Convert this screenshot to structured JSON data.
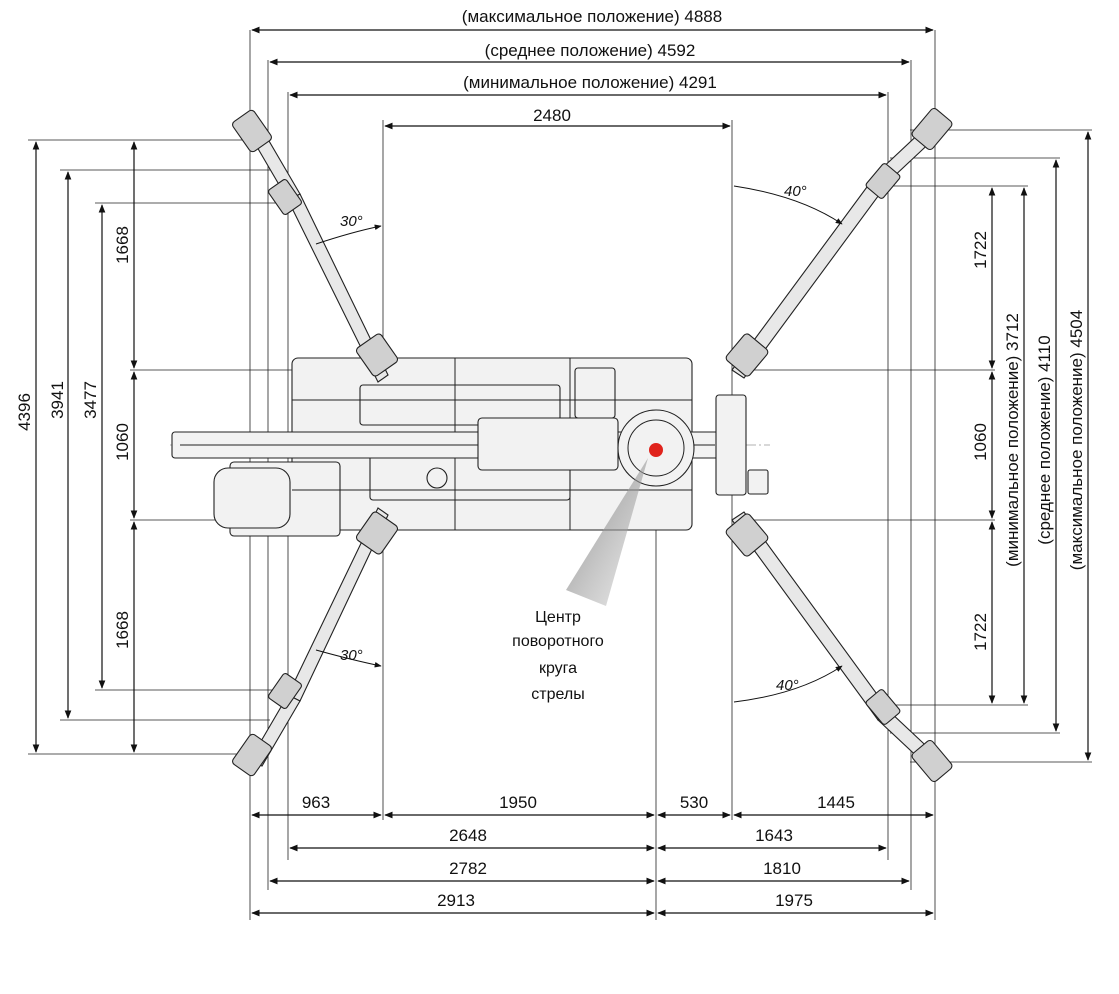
{
  "top_dims": {
    "max": "(максимальное положение)  4888",
    "mid": "(среднее положение)  4592",
    "min": "(минимальное положение)  4291",
    "inner": "2480"
  },
  "left_dims": {
    "total": "4396",
    "d2": "3941",
    "d3": "3477",
    "upper": "1668",
    "middle": "1060",
    "lower": "1668"
  },
  "right_dims": {
    "upper": "1722",
    "middle": "1060",
    "lower": "1722",
    "min": "(минимальное положение) 3712",
    "mid": "(среднее положение) 4110",
    "max": "(максимальное положение) 4504"
  },
  "bottom_dims": {
    "row1": [
      "963",
      "1950",
      "530",
      "1445"
    ],
    "row2": [
      "2648",
      "1643"
    ],
    "row3": [
      "2782",
      "1810"
    ],
    "row4": [
      "2913",
      "1975"
    ]
  },
  "angles": {
    "top_left": "30°",
    "bottom_left": "30°",
    "top_right": "40°",
    "bottom_right": "40°"
  },
  "center_label": [
    "Центр",
    "поворотного",
    "круга",
    "стрелы"
  ],
  "colors": {
    "center_dot": "#e0231c",
    "line": "#111111"
  }
}
